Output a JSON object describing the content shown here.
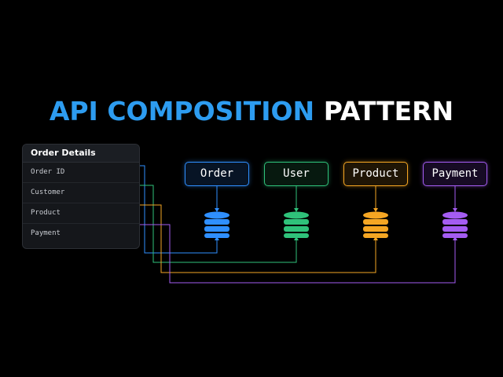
{
  "title": {
    "part1": "API COMPOSITION",
    "part2": "PATTERN"
  },
  "order_details": {
    "header": "Order Details",
    "fields": [
      "Order ID",
      "Customer",
      "Product",
      "Payment"
    ]
  },
  "services": [
    {
      "label": "Order",
      "color": "#2f8fff",
      "icon": "database-icon"
    },
    {
      "label": "User",
      "color": "#2fc27a",
      "icon": "database-icon"
    },
    {
      "label": "Product",
      "color": "#f5a623",
      "icon": "database-icon"
    },
    {
      "label": "Payment",
      "color": "#a45cf2",
      "icon": "database-icon"
    }
  ]
}
